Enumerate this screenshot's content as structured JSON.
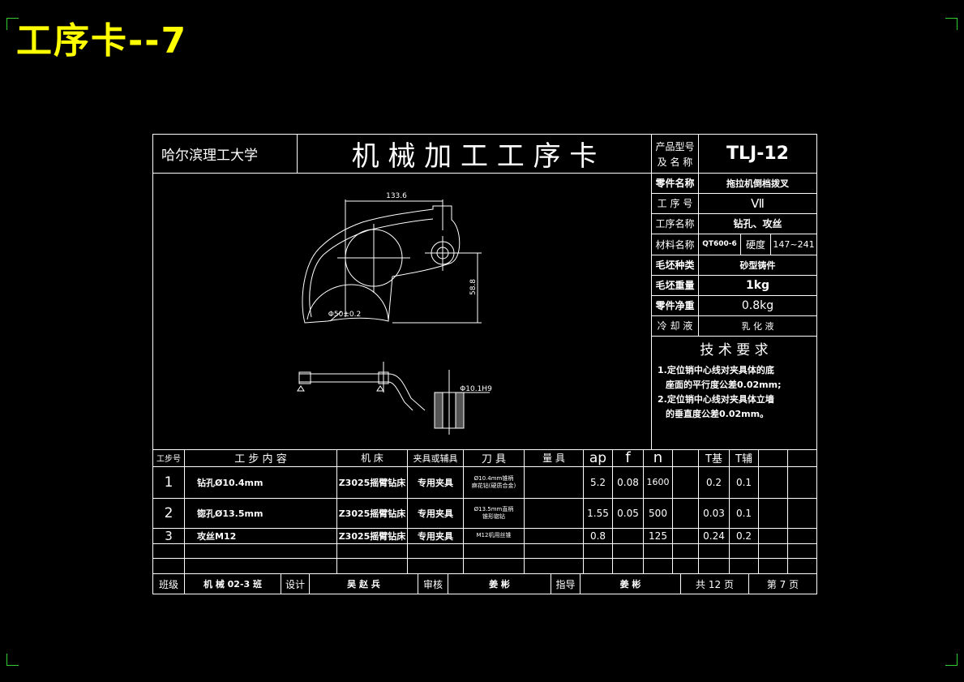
{
  "page_title": "工序卡--7",
  "header": {
    "university": "哈尔滨理工大学",
    "card_title": "机 械 加 工 工 序 卡",
    "product_label_1": "产品型号",
    "product_label_2": "及 名 称",
    "product_value": "TLJ-12"
  },
  "info": {
    "part_name_label": "零件名称",
    "part_name_value": "拖拉机倒档拨叉",
    "process_no_label": "工 序 号",
    "process_no_value": "Ⅶ",
    "process_name_label": "工序名称",
    "process_name_value": "钻孔、攻丝",
    "material_label": "材料名称",
    "material_value": "QT600-6",
    "hardness_label": "硬度",
    "hardness_value": "147~241",
    "blank_type_label": "毛坯种类",
    "blank_type_value": "砂型铸件",
    "blank_weight_label": "毛坯重量",
    "blank_weight_value": "1kg",
    "net_weight_label": "零件净重",
    "net_weight_value": "0.8kg",
    "coolant_label": "冷 却 液",
    "coolant_value": "乳 化 液"
  },
  "requirements": {
    "title": "技 术 要 求",
    "lines": [
      "1.定位销中心线对夹具体的底",
      "  座面的平行度公差0.02mm;",
      "2.定位销中心线对夹具体立墙",
      "  的垂直度公差0.02mm。"
    ]
  },
  "drawing": {
    "dim_top": "133.6",
    "dim_dia": "Φ50±0.2",
    "dim_side": "58.8",
    "dim_hole": "Φ10.1H9"
  },
  "table": {
    "headers": {
      "step": "工步号",
      "content": "工 步 内 容",
      "machine": "机 床",
      "fixture": "夹具或辅具",
      "tool": "刀 具",
      "gauge": "量 具",
      "ap": "ap",
      "f": "f",
      "n": "n",
      "t_base": "T基",
      "t_aux": "T辅"
    },
    "rows": [
      {
        "step": "1",
        "content": "钻孔Ø10.4mm",
        "machine": "Z3025摇臂钻床",
        "fixture": "专用夹具",
        "tool_1": "Ø10.4mm锥柄",
        "tool_2": "麻花钻(硬质合金)",
        "ap": "5.2",
        "f": "0.08",
        "n": "1600",
        "t_base": "0.2",
        "t_aux": "0.1"
      },
      {
        "step": "2",
        "content": "锪孔Ø13.5mm",
        "machine": "Z3025摇臂钻床",
        "fixture": "专用夹具",
        "tool_1": "Ø13.5mm直柄",
        "tool_2": "锥形锪钻",
        "ap": "1.55",
        "f": "0.05",
        "n": "500",
        "t_base": "0.03",
        "t_aux": "0.1"
      },
      {
        "step": "3",
        "content": "攻丝M12",
        "machine": "Z3025摇臂钻床",
        "fixture": "专用夹具",
        "tool_1": "M12机用丝锥",
        "tool_2": "",
        "ap": "0.8",
        "f": "",
        "n": "125",
        "t_base": "0.24",
        "t_aux": "0.2"
      }
    ]
  },
  "footer": {
    "class_label": "班级",
    "class_value": "机 械 02-3 班",
    "design_label": "设计",
    "design_value": "吴 赵 兵",
    "review_label": "审核",
    "review_value": "姜 彬",
    "guide_label": "指导",
    "guide_value": "姜 彬",
    "total_pages": "共 12 页",
    "page_no": "第 7 页"
  }
}
